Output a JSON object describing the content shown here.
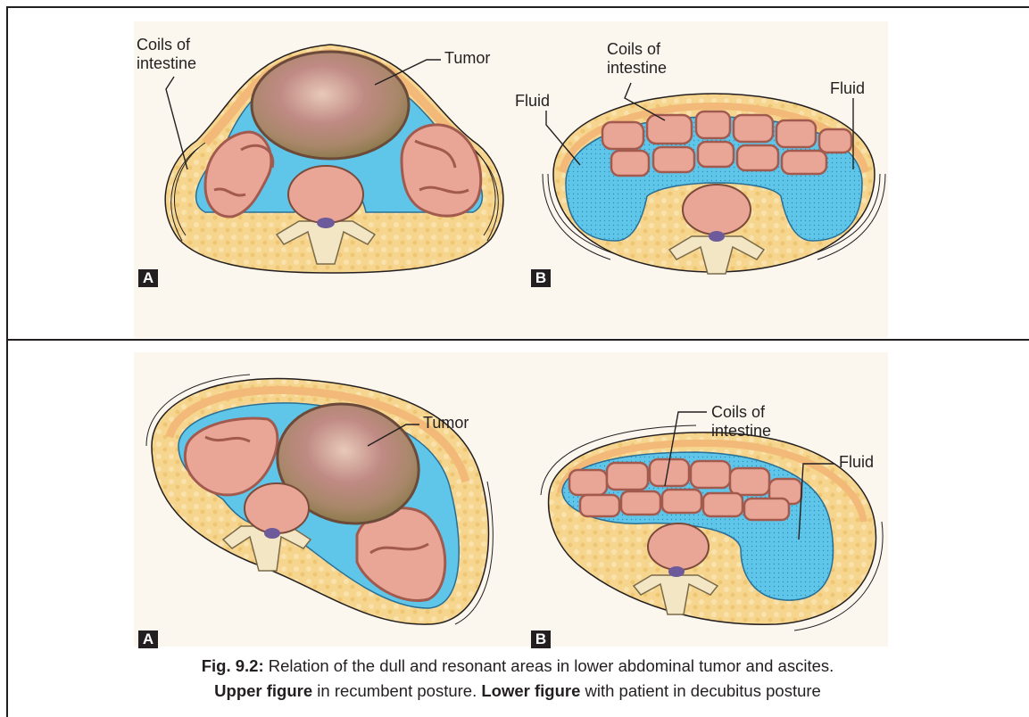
{
  "top": {
    "panel_a": {
      "letter": "A",
      "labels": {
        "coils": "Coils of\nintestine",
        "tumor": "Tumor"
      }
    },
    "panel_b": {
      "letter": "B",
      "labels": {
        "coils": "Coils of\nintestine",
        "fluid_left": "Fluid",
        "fluid_right": "Fluid"
      }
    }
  },
  "bottom": {
    "panel_a": {
      "letter": "A",
      "labels": {
        "tumor": "Tumor"
      }
    },
    "panel_b": {
      "letter": "B",
      "labels": {
        "coils": "Coils of\nintestine",
        "fluid": "Fluid"
      }
    }
  },
  "caption": {
    "fig_number": "Fig. 9.2:",
    "line1_text": " Relation of the dull and resonant areas in lower abdominal tumor and ascites.",
    "upper_bold": "Upper figure",
    "upper_text": " in recumbent posture. ",
    "lower_bold": "Lower figure",
    "lower_text": " with patient in decubitus posture"
  },
  "colors": {
    "fat": "#f6d58e",
    "skin": "#f2b978",
    "fluid": "#5fc6ea",
    "intestine": "#e9a596",
    "intestine_outline": "#a25a4f",
    "tumor": "#b88a78",
    "vertebra": "#f3e6c4",
    "outline": "#231f20"
  }
}
